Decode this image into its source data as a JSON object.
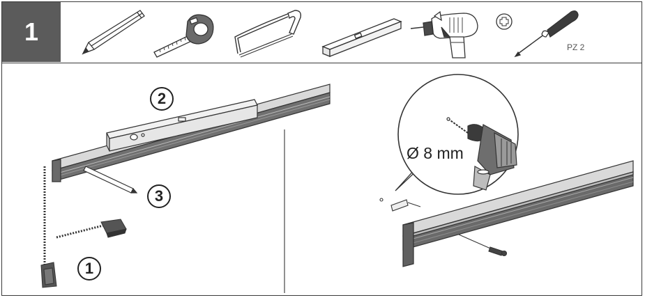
{
  "step": {
    "number": "1"
  },
  "tools": {
    "items": [
      "pencil-icon",
      "tape-measure-icon",
      "hacksaw-icon",
      "spirit-level-icon",
      "drill-icon",
      "phillips-screwdriver-icon"
    ],
    "screwdriver_bit": "PZ 2"
  },
  "left_scene": {
    "callouts": [
      "2",
      "3",
      "1"
    ]
  },
  "right_scene": {
    "drill_size": "Ø 8 mm"
  },
  "colors": {
    "step_box": "#5b5b5b",
    "outline": "#3a3a3a",
    "rail": "#6e6e6e"
  }
}
